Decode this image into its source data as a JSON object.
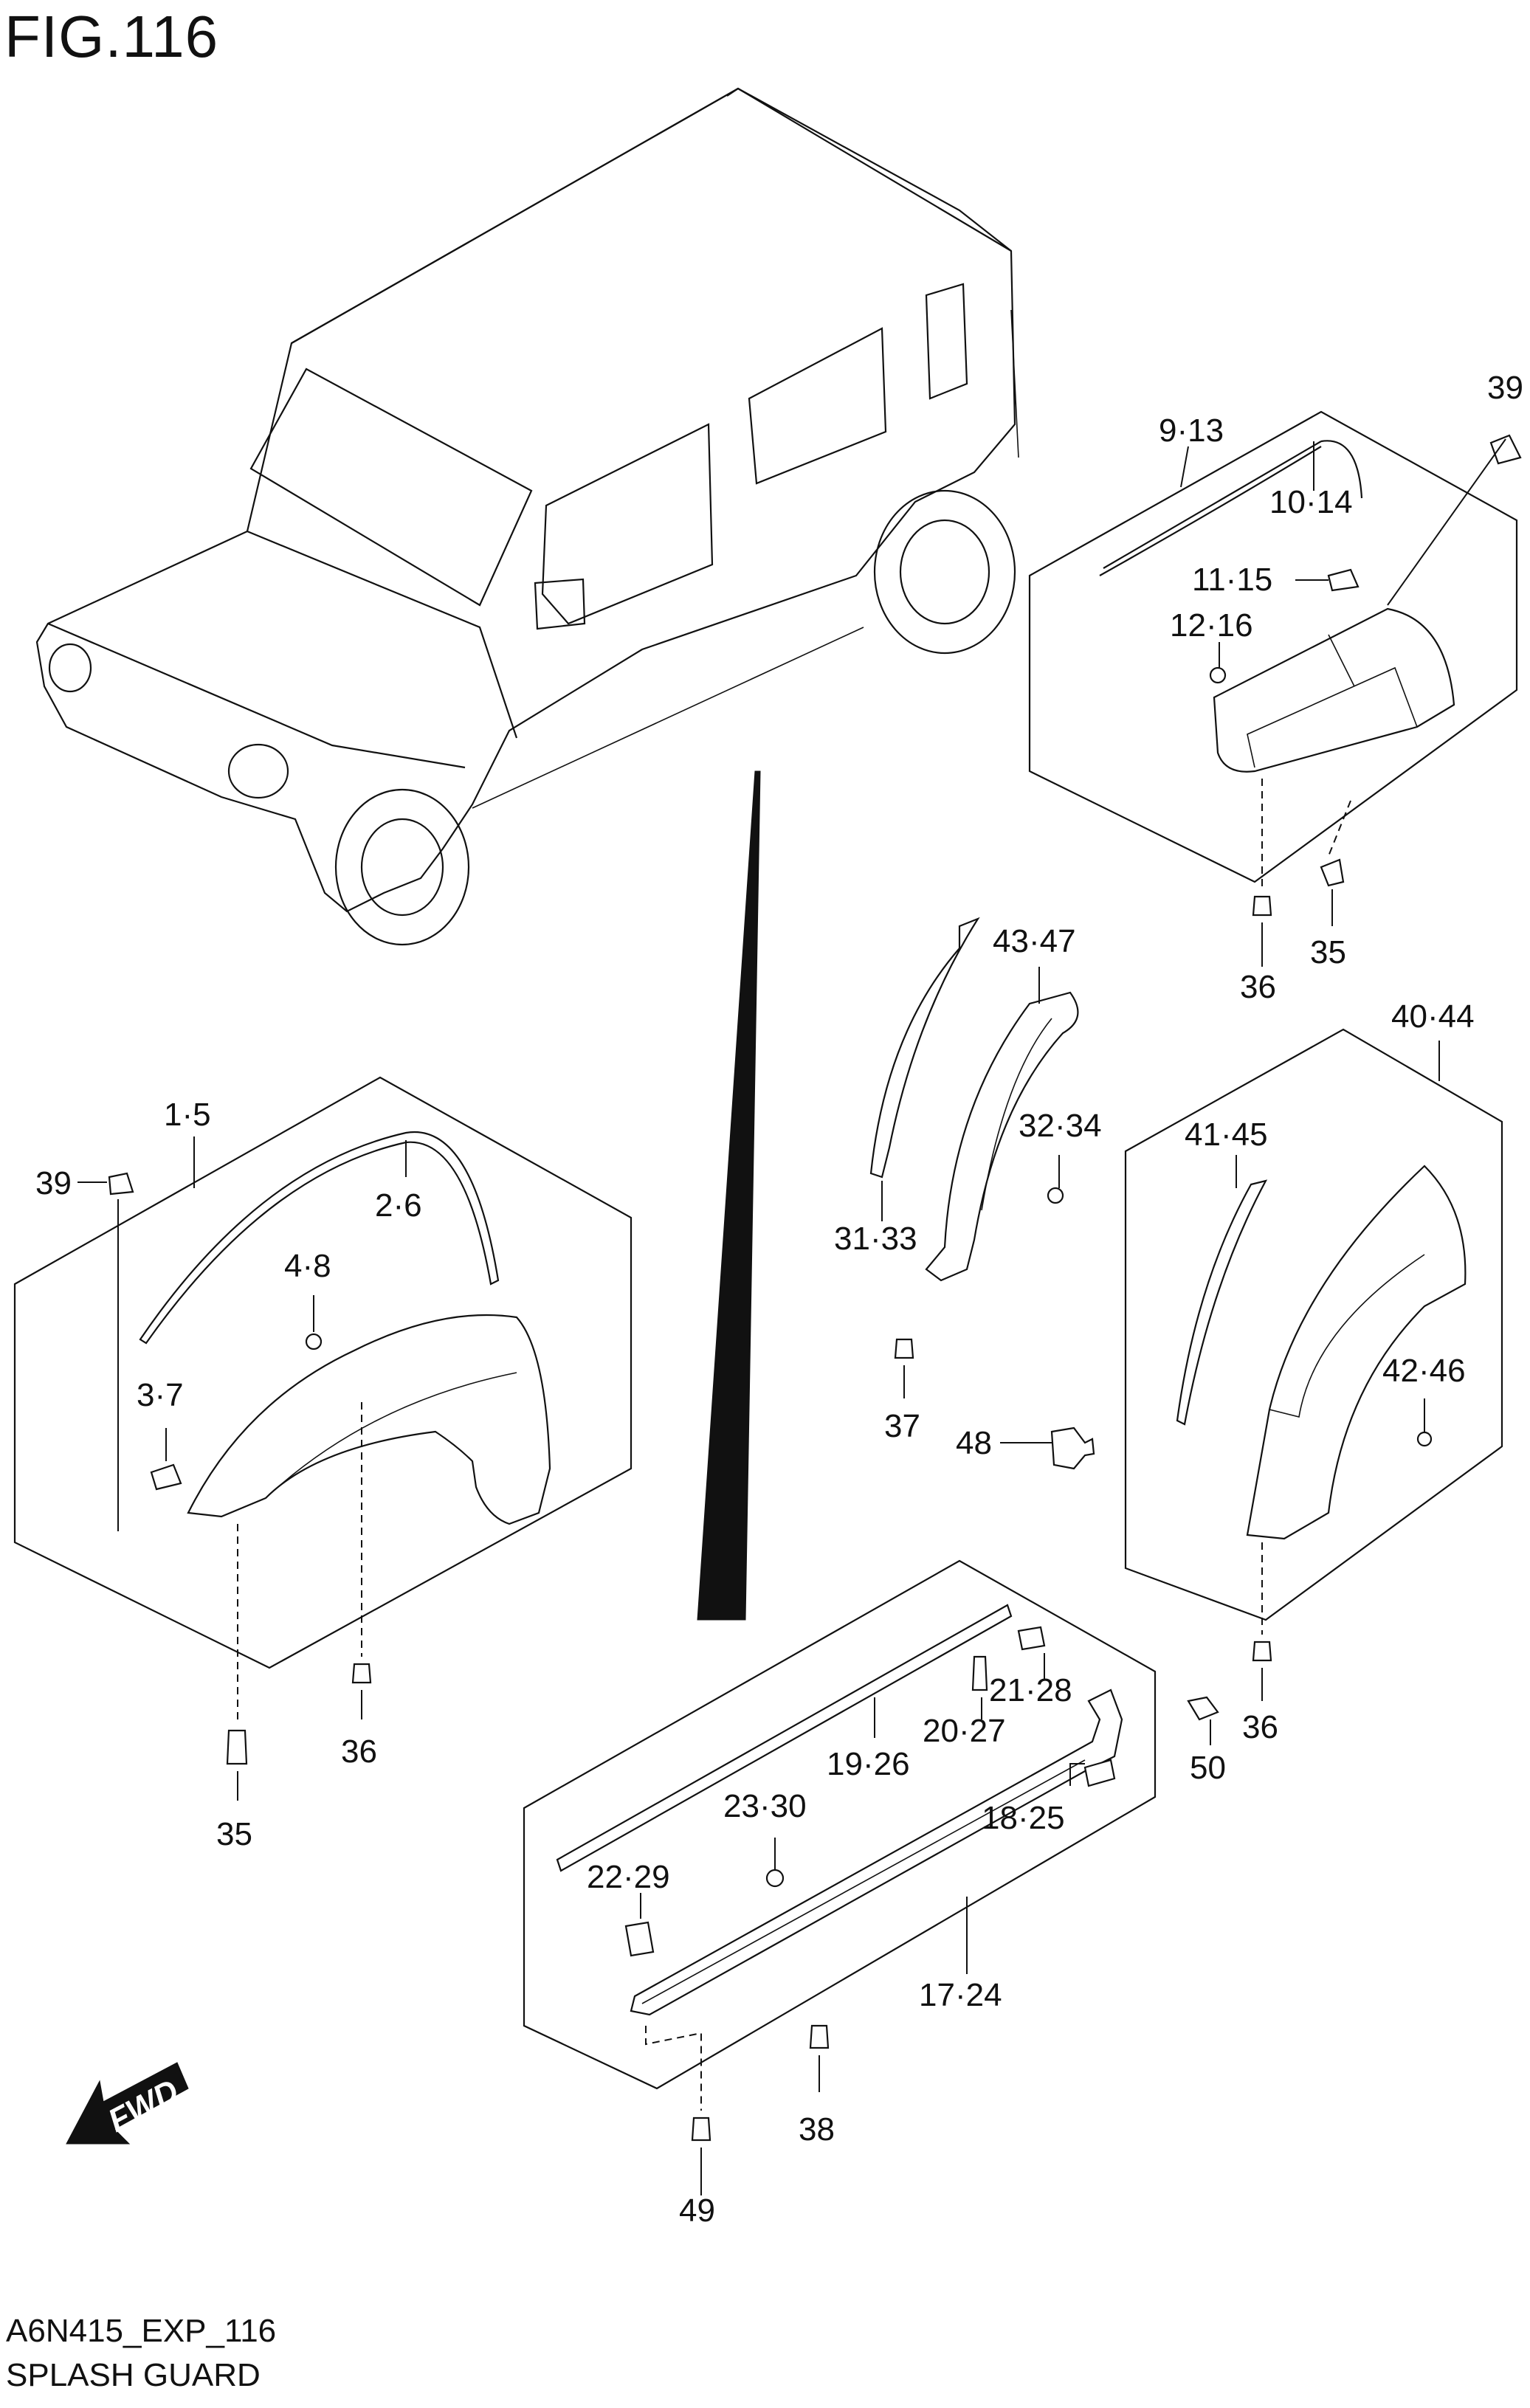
{
  "figure": {
    "title": "FIG.116",
    "code": "A6N415_EXP_116",
    "name": "SPLASH GUARD"
  },
  "fwd_label": "FWD",
  "labels": {
    "l_39_top": "39",
    "l_9_13": "9·13",
    "l_10_14": "10·14",
    "l_11_15": "11·15",
    "l_12_16": "12·16",
    "l_36_tr": "36",
    "l_35_tr": "35",
    "l_43_47": "43·47",
    "l_40_44": "40·44",
    "l_32_34": "32·34",
    "l_41_45": "41·45",
    "l_31_33": "31·33",
    "l_37": "37",
    "l_48": "48",
    "l_42_46": "42·46",
    "l_1_5": "1·5",
    "l_39_left": "39",
    "l_2_6": "2·6",
    "l_4_8": "4·8",
    "l_3_7": "3·7",
    "l_36_left": "36",
    "l_35_left": "35",
    "l_21_28": "21·28",
    "l_20_27": "20·27",
    "l_19_26": "19·26",
    "l_36_right": "36",
    "l_50": "50",
    "l_23_30": "23·30",
    "l_18_25": "18·25",
    "l_22_29": "22·29",
    "l_17_24": "17·24",
    "l_38": "38",
    "l_49": "49"
  }
}
